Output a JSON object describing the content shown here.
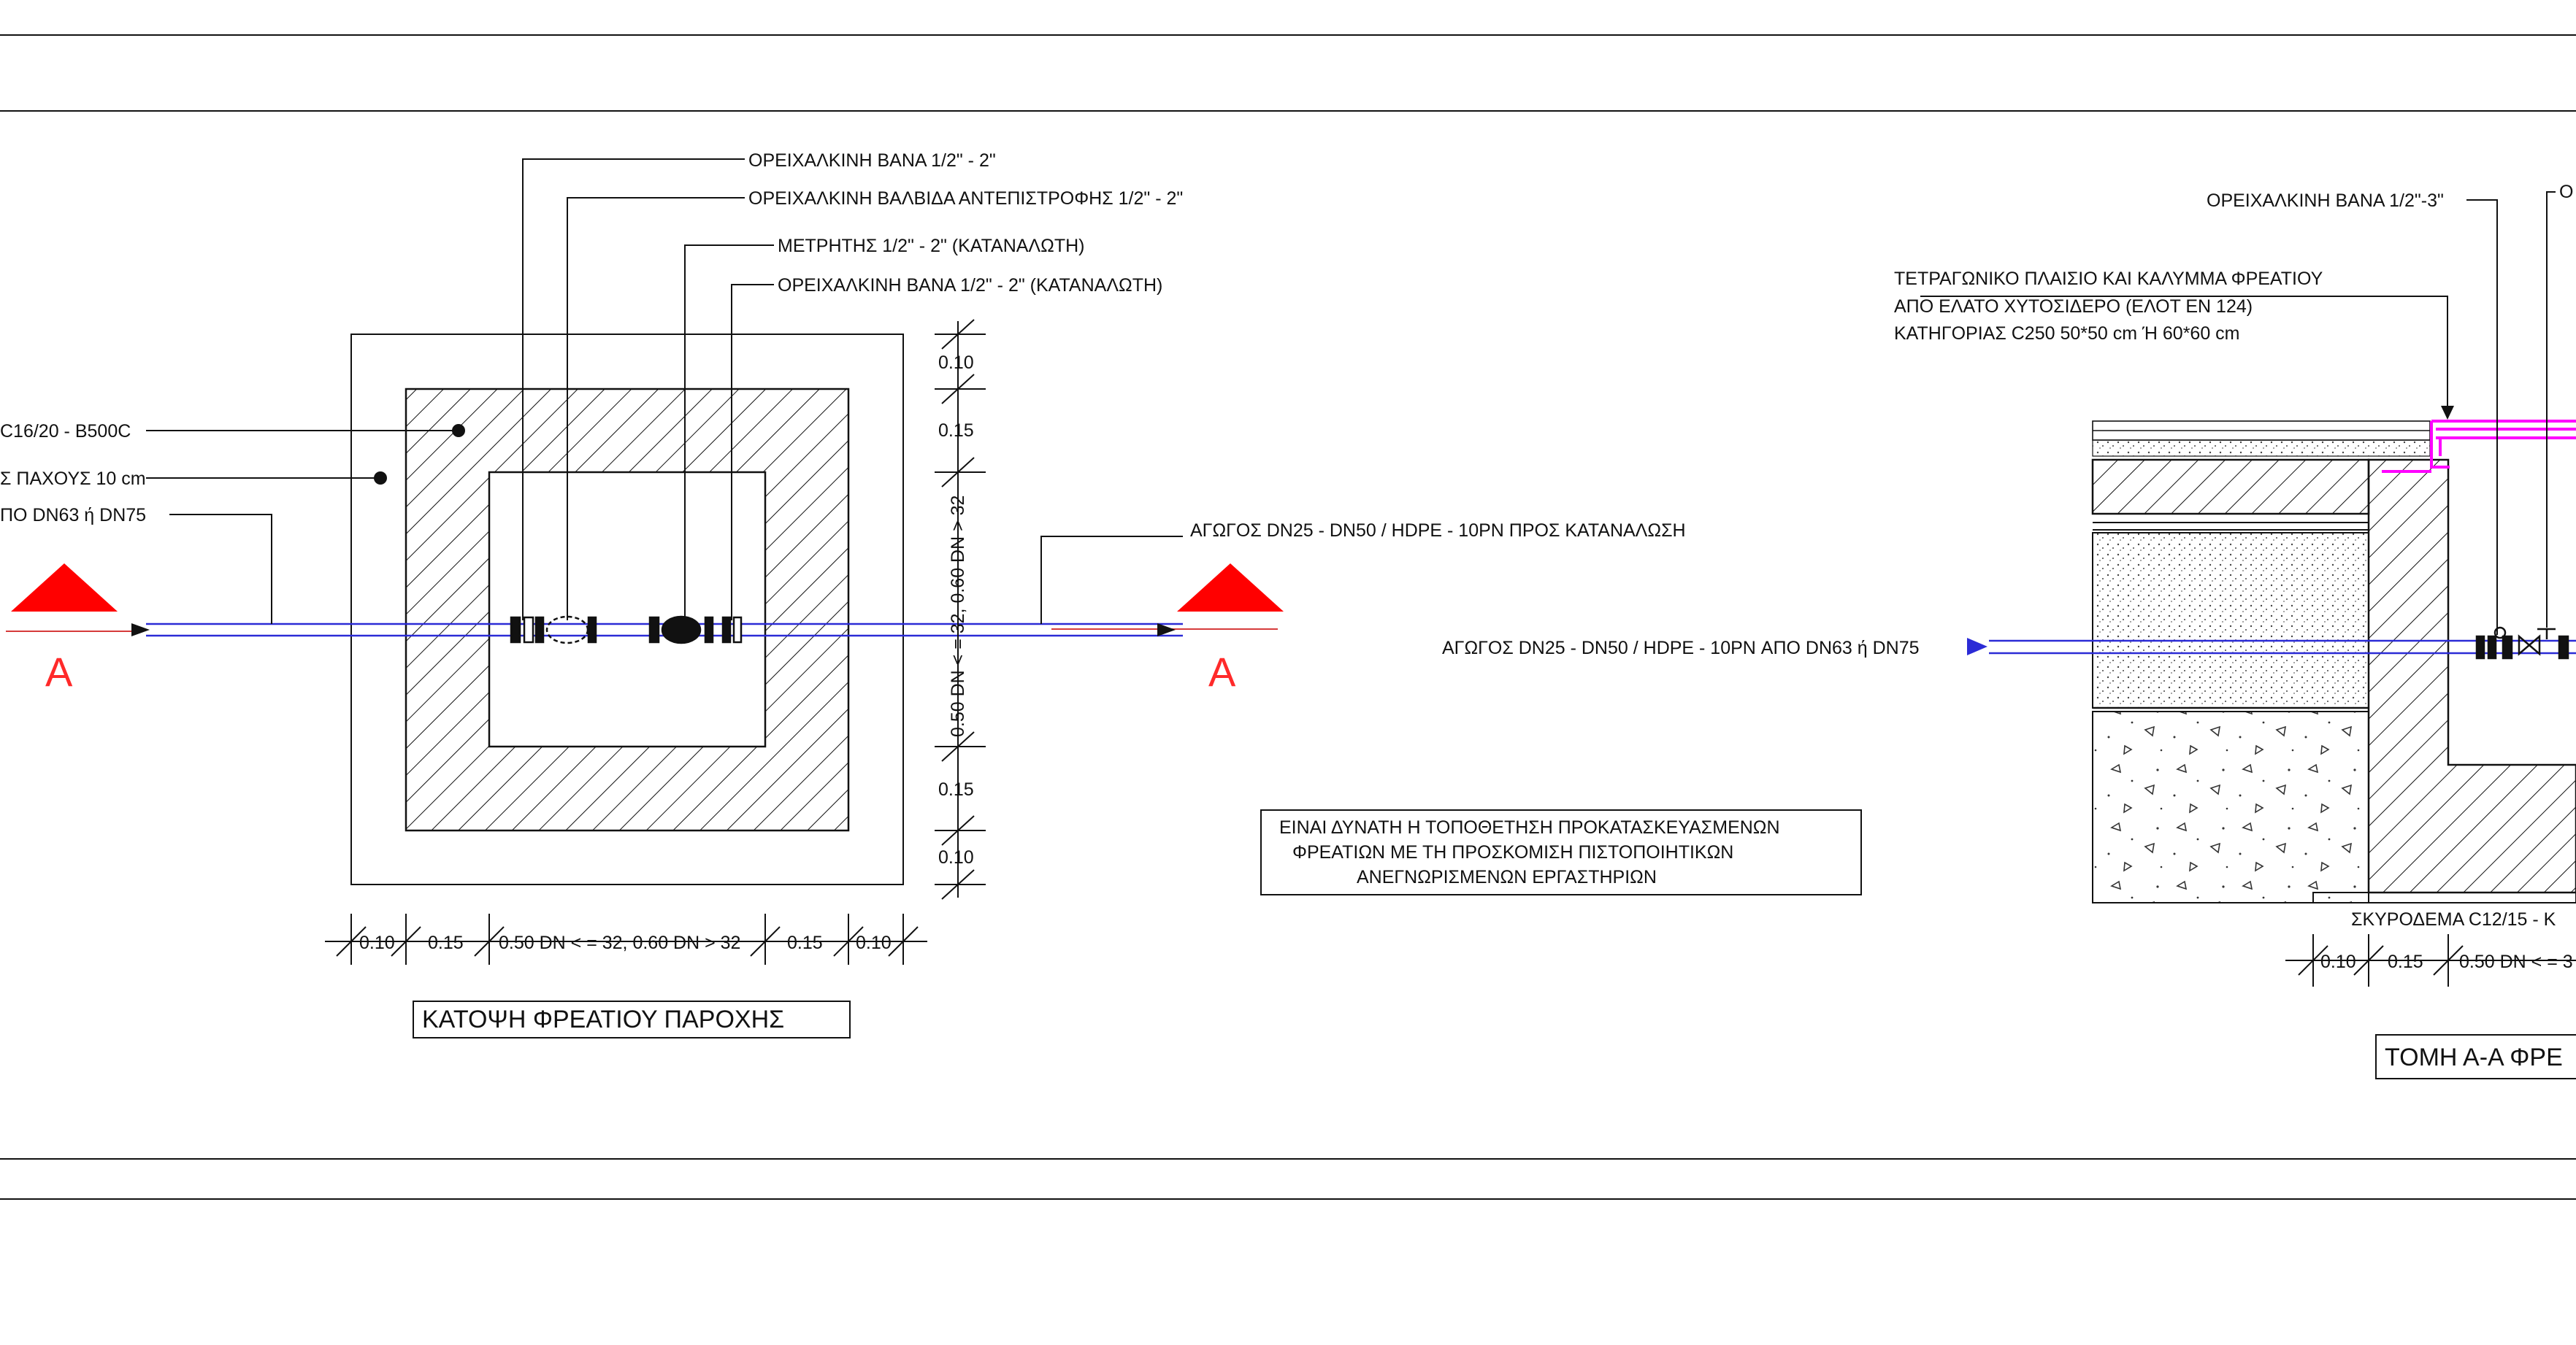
{
  "plan_view": {
    "title": "ΚΑΤΟΨΗ   ΦΡΕΑΤΙΟΥ  ΠΑΡΟΧΗΣ",
    "callouts": {
      "valve_top": "ΟΡΕΙΧΑΛΚΙΝΗ ΒΑΝΑ 1/2\" - 2\"",
      "check_valve": "ΟΡΕΙΧΑΛΚΙΝΗ ΒΑΛΒΙΔΑ ΑΝΤΕΠΙΣΤΡΟΦΗΣ  1/2\" - 2\"",
      "meter": "ΜΕΤΡΗΤΗΣ 1/2\" - 2\" (ΚΑΤΑΝΑΛΩΤΗ)",
      "valve_consumer": "ΟΡΕΙΧΑΛΚΙΝΗ ΒΑΝΑ 1/2\" - 2\" (ΚΑΤΑΝΑΛΩΤΗ)",
      "concrete": "C16/20 - B500C",
      "thickness": "Σ ΠΑΧΟΥΣ 10 cm",
      "pipe_from": "ΠΟ  DN63 ή DN75",
      "pipe_to": "ΑΓΩΓΟΣ DN25 - DN50 / HDPE - 10PN  ΠΡΟΣ ΚΑΤΑΝΑΛΩΣΗ"
    },
    "section_marks": {
      "left": "A",
      "right": "A"
    },
    "vertical_dims": {
      "d1": "0.10",
      "d2": "0.15",
      "d3": "0.50 DN < = 32, 0.60 DN > 32",
      "d4": "0.15",
      "d5": "0.10"
    },
    "horizontal_dims": {
      "d1": "0.10",
      "d2": "0.15",
      "d3": "0.50 DN < = 32, 0.60 DN > 32",
      "d4": "0.15",
      "d5": "0.10"
    }
  },
  "note": {
    "line1": "ΕΙΝΑΙ  ΔΥΝΑΤΗ Η ΤΟΠΟΘΕΤΗΣΗ ΠΡΟΚΑΤΑΣΚΕΥΑΣΜΕΝΩΝ",
    "line2": "ΦΡΕΑΤΙΩΝ  ΜΕ ΤΗ  ΠΡΟΣΚΟΜΙΣΗ  ΠΙΣΤΟΠΟΙΗΤΙΚΩΝ",
    "line3": "ΑΝΕΓΝΩΡΙΣΜΕΝΩΝ ΕΡΓΑΣΤΗΡΙΩΝ"
  },
  "section_view": {
    "title": "ΤΟΜΗ Α-Α ΦΡΕ",
    "callouts": {
      "valve": "ΟΡΕΙΧΑΛΚΙΝΗ ΒΑΝΑ 1/2\"-3\"",
      "top_partial": "Ο",
      "frame_line1": "ΤΕΤΡΑΓΩΝΙΚΟ  ΠΛΑΙΣΙΟ ΚΑΙ   ΚΑΛΥΜΜΑ  ΦΡΕΑΤΙΟΥ",
      "frame_line2": "ΑΠΟ  ΕΛΑΤΟ   ΧΥΤΟΣΙΔΕΡΟ (ΕΛΟΤ  ΕΝ 124)",
      "frame_line3": "ΚΑΤΗΓΟΡΙΑΣ  C250  50*50 cm Ή 60*60 cm",
      "pipe_in": "ΑΓΩΓΟΣ DN25 - DN50 / HDPE - 10PN  ΑΠΟ  DN63 ή DN75",
      "lean_concrete": "ΣΚΥΡΟΔΕΜΑ C12/15 - Κ"
    },
    "dims": {
      "d1": "0.10",
      "d2": "0.15",
      "d3": "0.50 DN < = 3"
    }
  },
  "colors": {
    "line": "#111111",
    "pipe": "#2b2bd6",
    "pipe_inner": "#d63b3b",
    "section_marker": "#ff0000",
    "frame": "#ff00ff"
  }
}
